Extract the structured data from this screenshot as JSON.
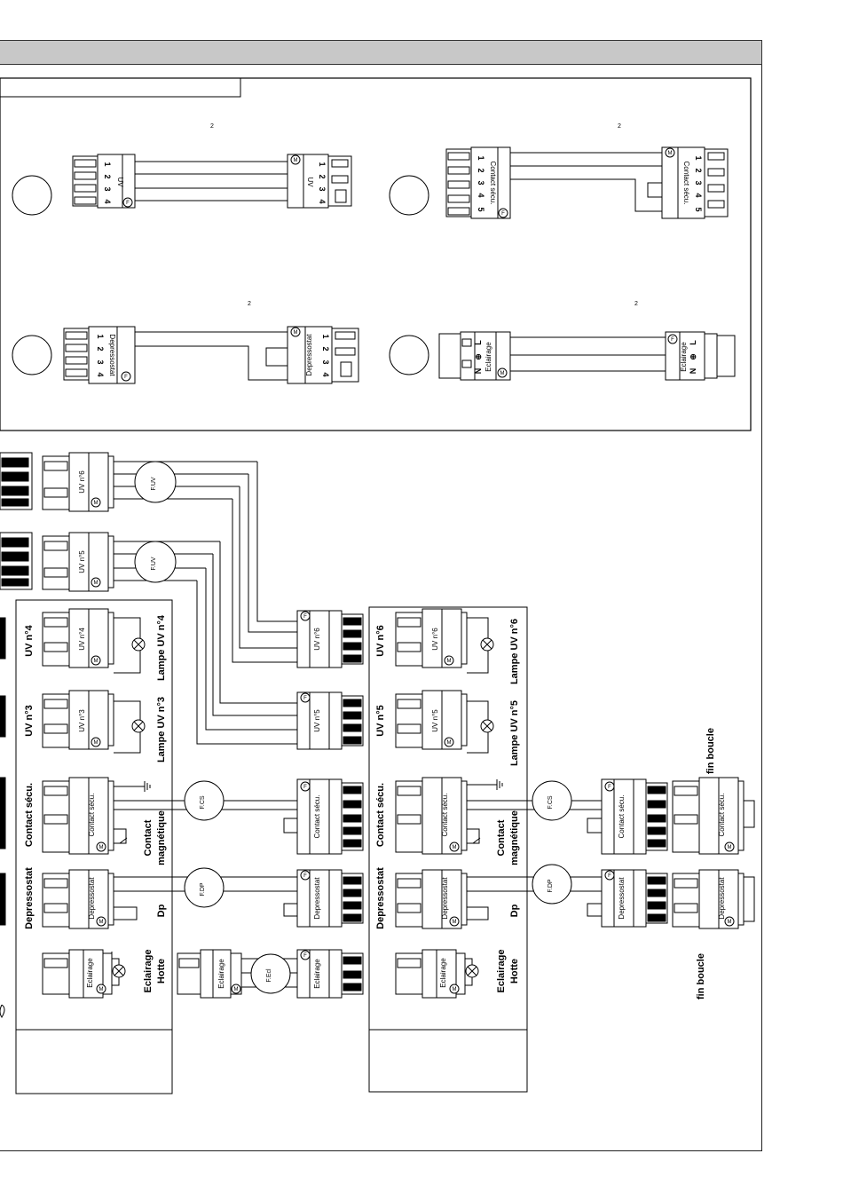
{
  "detail": {
    "cable_note": "2",
    "uv_cable": {
      "label_left": "UV",
      "label_right": "UV",
      "pins": [
        "1",
        "2",
        "3",
        "4"
      ]
    },
    "contact_cable": {
      "label_left": "Contact sécu.",
      "label_right": "Contact sécu.",
      "pins": [
        "1",
        "2",
        "3",
        "4",
        "5"
      ]
    },
    "dep_cable": {
      "label_left": "Depressostat",
      "label_right": "Depressostat",
      "pins": [
        "1",
        "2",
        "3",
        "4"
      ]
    },
    "ecl_cable": {
      "label_left": "Eclairage",
      "label_right": "Eclairage",
      "pins": [
        "L",
        "⊕",
        "N"
      ]
    }
  },
  "main": {
    "fuses": {
      "fuv": "F.UV",
      "fcs": "F.CS",
      "fdp": "F.DP",
      "fecl": "F.Ecl"
    },
    "connectors": {
      "uv6": "UV n°6",
      "uv5": "UV n°5",
      "uv4": "UV n°4",
      "uv3": "UV n°3",
      "contact": "Contact sécu.",
      "dep": "Depressostat",
      "ecl": "Eclairage"
    },
    "group_a": {
      "uv4": "UV n°4",
      "uv3": "UV n°3",
      "contact": "Contact sécu.",
      "dep": "Depressostat",
      "lampe4": "Lampe UV n°4",
      "lampe3": "Lampe UV n°3",
      "contact_mag_1": "Contact",
      "contact_mag_2": "magnétique",
      "dp": "Dp",
      "ecl_1": "Eclairage",
      "ecl_2": "Hotte"
    },
    "group_b": {
      "uv6": "UV n°6",
      "uv5": "UV n°5",
      "contact": "Contact sécu.",
      "dep": "Depressostat",
      "lampe6": "Lampe UV n°6",
      "lampe5": "Lampe UV n°5",
      "contact_mag_1": "Contact",
      "contact_mag_2": "magnétique",
      "dp": "Dp",
      "ecl_1": "Eclairage",
      "ecl_2": "Hotte"
    },
    "fin_boucle": "fin boucle",
    "marks": {
      "motor": "M",
      "fuse": "F"
    }
  }
}
